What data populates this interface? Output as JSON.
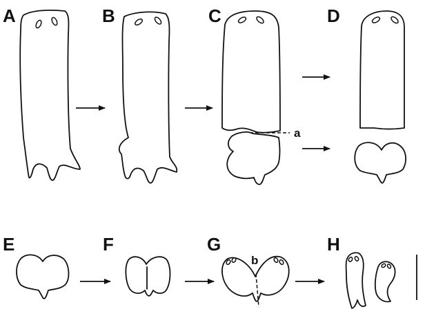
{
  "figure": {
    "panels": {
      "a": "A",
      "b": "B",
      "c": "C",
      "d": "D",
      "e": "E",
      "f": "F",
      "g": "G",
      "h": "H"
    },
    "annotations": {
      "fission_plane": "a",
      "split_line": "b"
    }
  }
}
